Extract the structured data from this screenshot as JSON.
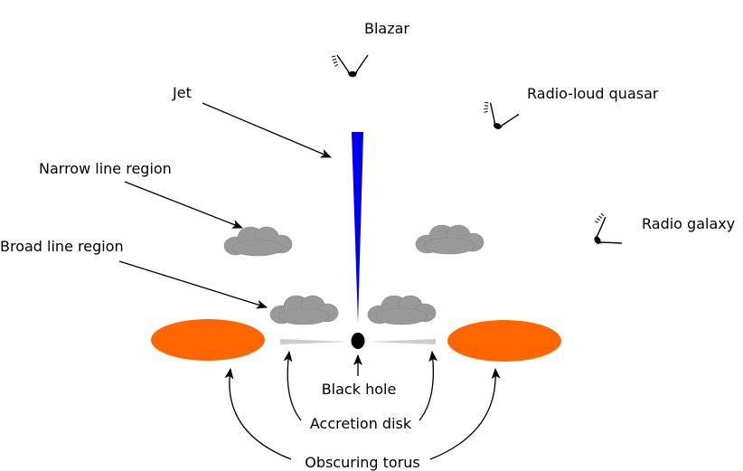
{
  "labels": {
    "blazar": "Blazar",
    "jet": "Jet",
    "radio_loud_quasar": "Radio-loud quasar",
    "narrow_line_region": "Narrow line region",
    "radio_galaxy": "Radio galaxy",
    "broad_line_region": "Broad line region",
    "black_hole": "Black hole",
    "accretion_disk": "Accretion disk",
    "obscuring_torus": "Obscuring torus"
  },
  "colors": {
    "jet": "#0000ee",
    "torus": "#ff6600",
    "cloud": "#999999",
    "disk": "#cccccc",
    "black_hole": "#000000",
    "line": "#000000"
  },
  "icons": {
    "observer": "eye-icon"
  }
}
